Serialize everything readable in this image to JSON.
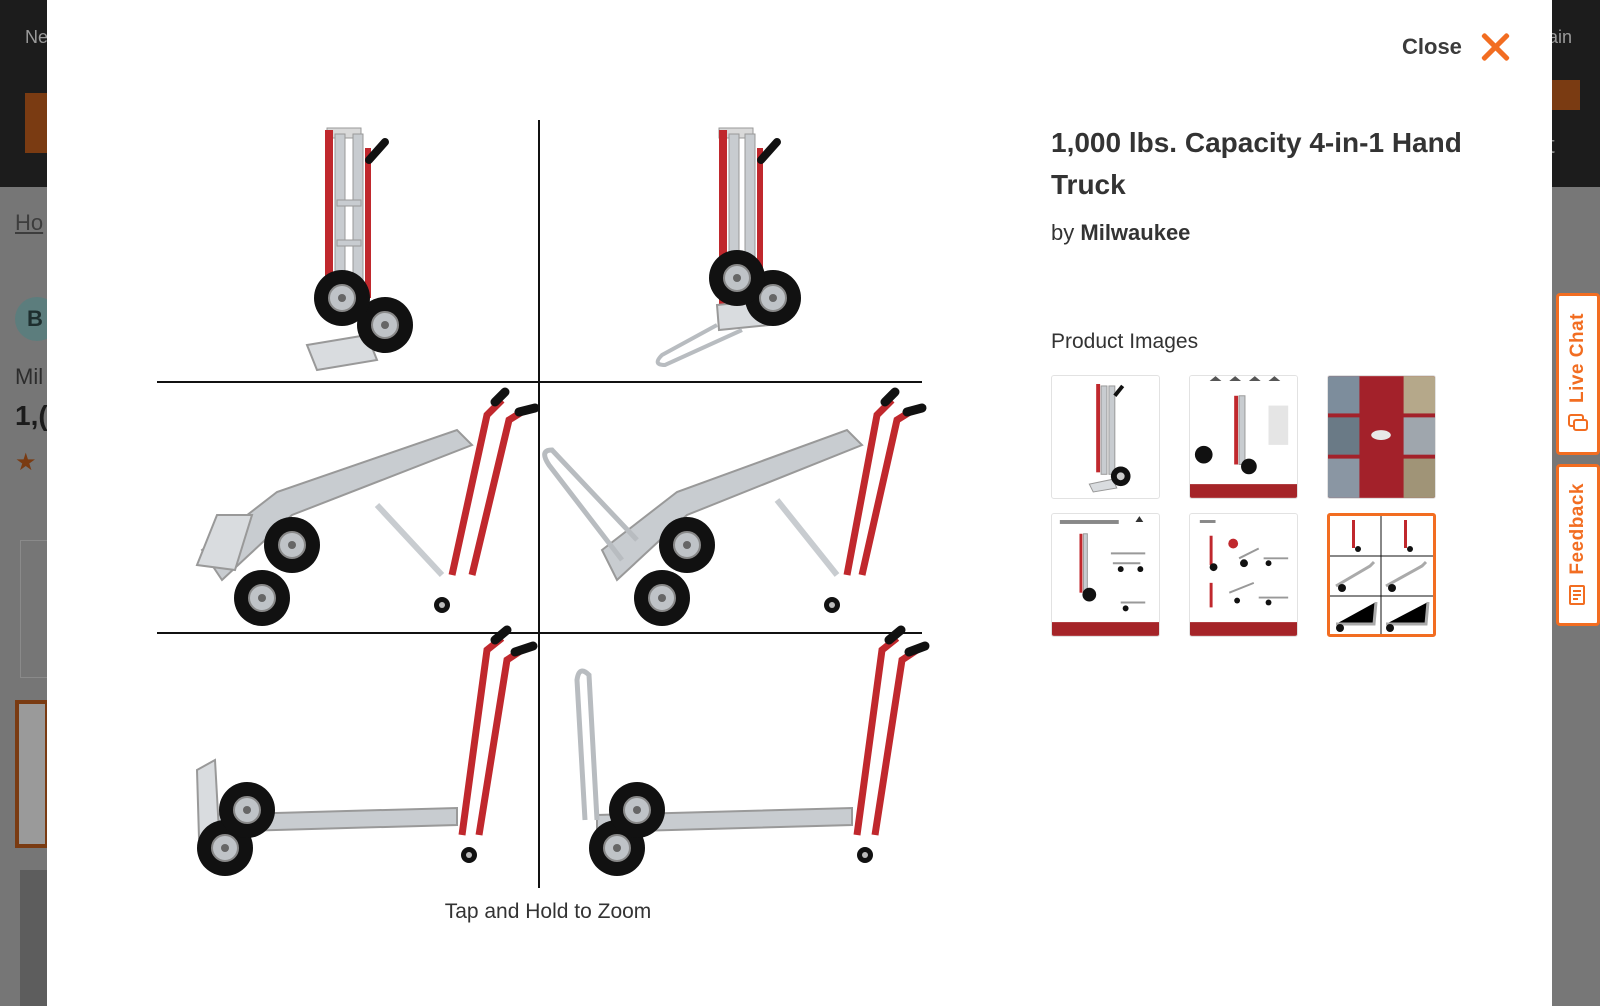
{
  "background": {
    "nav_left": "Ne",
    "nav_right": "ain",
    "cart_letter": "t",
    "breadcrumb": "Ho",
    "badge": "B",
    "brand_snippet": "Mil",
    "title_snippet": "1,("
  },
  "modal": {
    "close_label": "Close",
    "zoom_hint": "Tap and Hold to Zoom"
  },
  "product": {
    "title": "1,000 lbs. Capacity 4-in-1 Hand Truck",
    "by_label": "by",
    "brand": "Milwaukee"
  },
  "gallery": {
    "label": "Product Images",
    "selected_index": 5,
    "thumbnails": [
      {
        "name": "hand-truck-upright"
      },
      {
        "name": "features-diagram"
      },
      {
        "name": "lifestyle-collage"
      },
      {
        "name": "dimensions-sheet"
      },
      {
        "name": "easy-use-sheet"
      },
      {
        "name": "four-in-one-modes"
      }
    ]
  },
  "side_tabs": {
    "live_chat": "Live Chat",
    "feedback": "Feedback"
  },
  "colors": {
    "accent": "#f26d21",
    "truck_red": "#c0282d",
    "aluminum": "#c8ccd0"
  }
}
